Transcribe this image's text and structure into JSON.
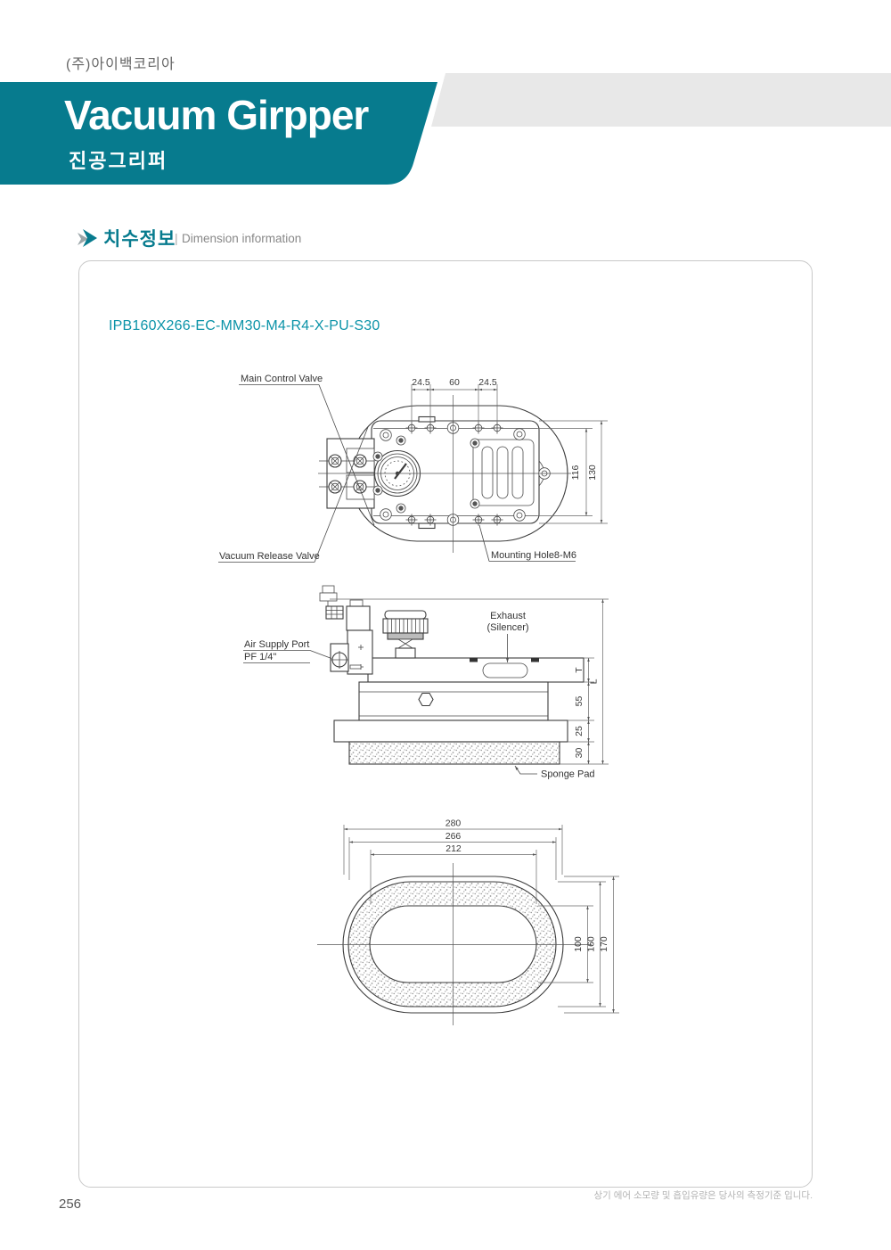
{
  "page": {
    "company": "(주)아이백코리아",
    "banner": {
      "title": "Vacuum Girpper",
      "subtitle": "진공그리퍼"
    },
    "section": {
      "title_ko": "치수정보",
      "divider": "|",
      "title_en": "Dimension information"
    },
    "model_code": "IPB160X266-EC-MM30-M4-R4-X-PU-S30",
    "page_number": "256",
    "footer_note": "상기 에어 소모량 및 흡입유량은 당사의 측정기준 입니다."
  },
  "colors": {
    "teal": "#077b8e",
    "teal_text": "#0b93a8",
    "gray_band": "#e8e8e8",
    "line": "#3c3c3c",
    "dim_line": "#666666"
  },
  "top_view": {
    "labels": {
      "main_control_valve": "Main Control Valve",
      "vacuum_release_valve": "Vacuum Release Valve",
      "mounting_hole": "Mounting Hole8-M6"
    },
    "dims": {
      "left_pitch": "24.5",
      "center_pitch": "60",
      "right_pitch": "24.5",
      "inner_height": "116",
      "outer_height": "130"
    }
  },
  "side_view": {
    "labels": {
      "air_supply_port_1": "Air Supply Port",
      "air_supply_port_2": "PF 1/4\"",
      "exhaust_1": "Exhaust",
      "exhaust_2": "(Silencer)",
      "sponge_pad": "Sponge Pad"
    },
    "dims": {
      "top_thickness": "T",
      "overall_height": "L",
      "body_height": "55",
      "flange_height": "25",
      "sponge_height": "30"
    }
  },
  "bottom_view": {
    "dims": {
      "outer_width": "280",
      "ring_width": "266",
      "inner_width": "212",
      "inner_height": "100",
      "ring_height": "160",
      "outer_height": "170"
    }
  }
}
